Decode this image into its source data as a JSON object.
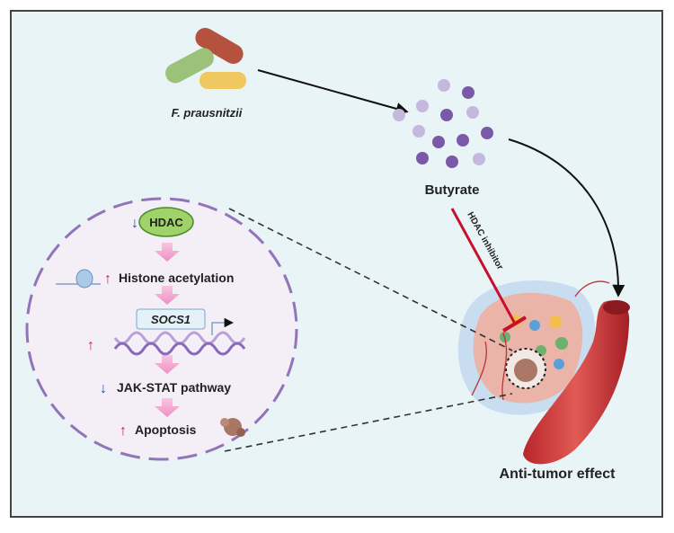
{
  "bacterium": {
    "label": "F. prausnitzii"
  },
  "metabolite": {
    "label": "Butyrate"
  },
  "inhibitor": {
    "label": "HDAC inhibitor"
  },
  "mechanism": {
    "hdac": "HDAC",
    "histone": "Histone acetylation",
    "gene": "SOCS1",
    "pathway": "JAK-STAT pathway",
    "apoptosis": "Apoptosis"
  },
  "outcome": {
    "label": "Anti-tumor effect"
  },
  "colors": {
    "up": "#d0213a",
    "down": "#1f4fb8",
    "background": "#e9f4f7",
    "circle": "#9274b8"
  }
}
